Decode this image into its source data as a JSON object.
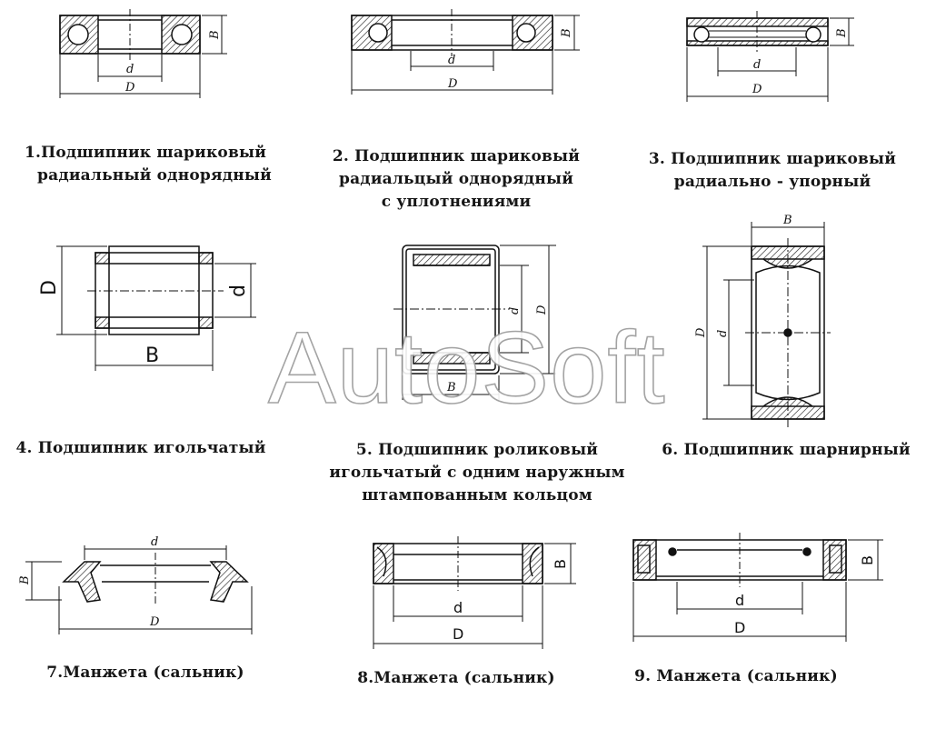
{
  "watermark": "AutoSoft",
  "captions": [
    {
      "lines": [
        "1.Подшипник шариковый",
        "радиальный однорядный"
      ]
    },
    {
      "lines": [
        "2. Подшипник шариковый",
        "радиальцый однорядный",
        "с уплотнениями"
      ]
    },
    {
      "lines": [
        "3. Подшипник шариковый",
        "радиально - упорный"
      ]
    },
    {
      "lines": [
        "4. Подшипник игольчатый"
      ]
    },
    {
      "lines": [
        "5. Подшипник роликовый",
        "игольчатый с одним наружным",
        "штампованным кольцом"
      ]
    },
    {
      "lines": [
        "6. Подшипник шарнирный"
      ]
    },
    {
      "lines": [
        "7.Манжета  (сальник)"
      ]
    },
    {
      "lines": [
        "8.Манжета  (сальник)"
      ]
    },
    {
      "lines": [
        "9. Манжета  (сальник)"
      ]
    }
  ],
  "dims": {
    "d": "d",
    "D": "D",
    "B": "B",
    "d_sans": "d",
    "D_sans": "D",
    "B_sans": "B",
    "D_small": "D",
    "d_small": "d",
    "B_small": "B",
    "d_big": "d",
    "D_big": "D",
    "B_big": "B"
  }
}
